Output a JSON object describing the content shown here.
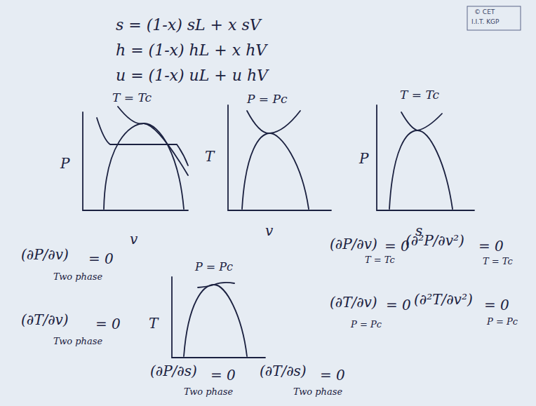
{
  "diagram": {
    "labels": [
      "© CET",
      "I.I.T. KGP",
      "s = (1-x) sL + x sV",
      "h = (1-x) hL + x hV",
      "u = (1-x) uL + u hV",
      "T = Tc",
      "P",
      "v",
      "P = Pc",
      "T",
      "v",
      "T = Tc",
      "P",
      "s",
      "P = Pc",
      "T",
      "(∂P/∂v)",
      "Two phase",
      "= 0",
      "(∂T/∂v)",
      "Two phase",
      "= 0",
      "(∂P/∂s)",
      "Two phase",
      "= 0",
      "(∂T/∂s)",
      "Two phase",
      "= 0",
      "(∂P/∂v)",
      "T = Tc",
      "= 0",
      "(∂²P/∂v²)",
      "= 0",
      "T = Tc",
      "(∂T/∂v)",
      "P = Pc",
      "= 0",
      "(∂²T/∂v²)",
      "= 0",
      "P = Pc"
    ]
  }
}
